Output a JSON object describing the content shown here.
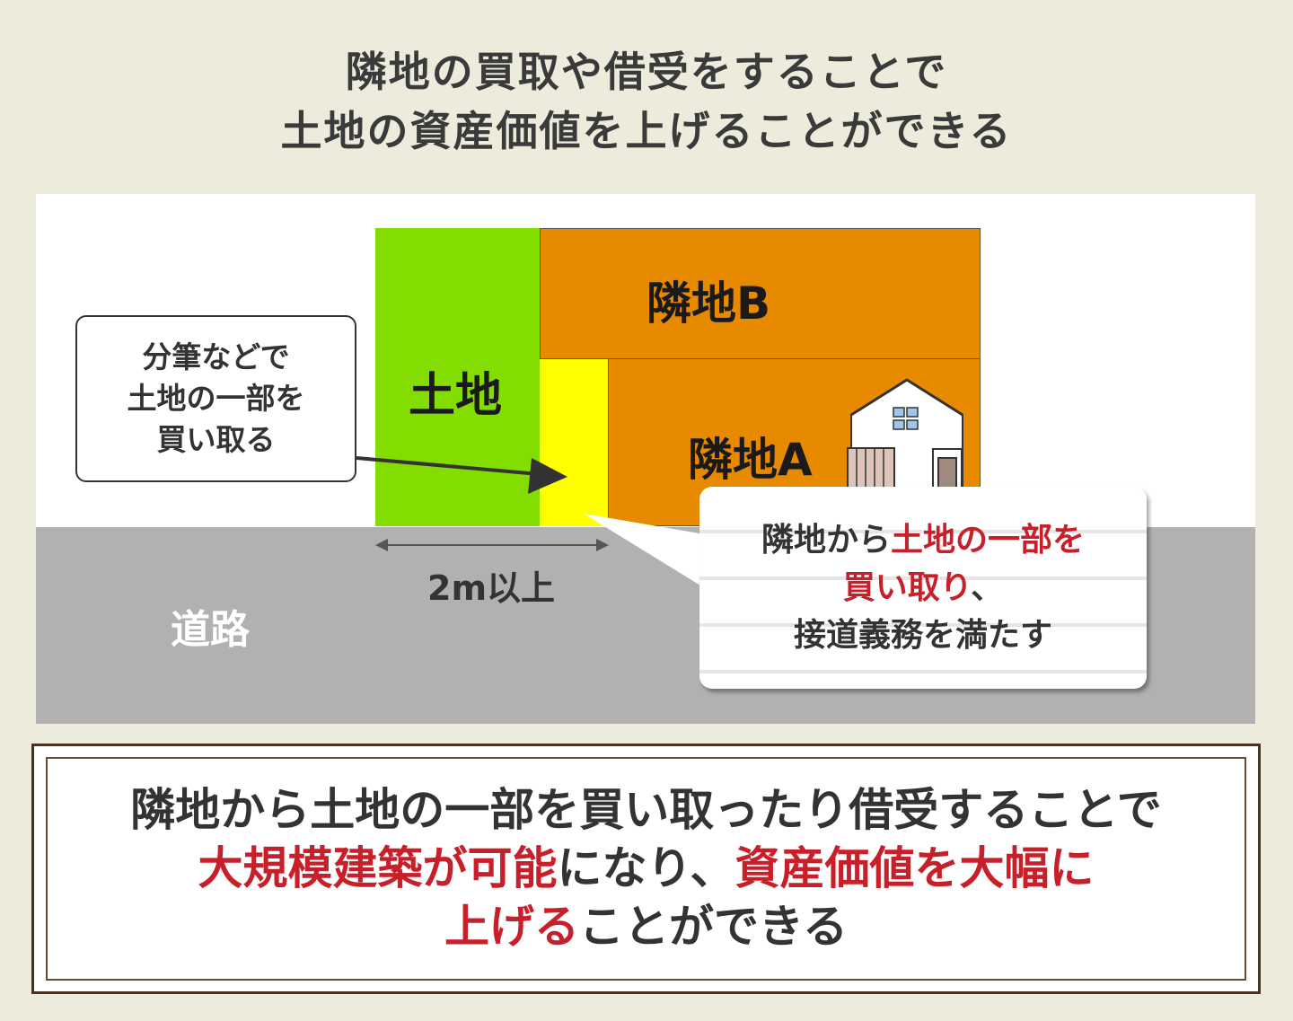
{
  "title": {
    "line1": "隣地の買取や借受をすることで",
    "line2": "土地の資産価値を上げることができる"
  },
  "diagram": {
    "land_label": "土地",
    "neighbor_b_label": "隣地B",
    "neighbor_a_label": "隣地A",
    "road_label": "道路",
    "dimension_label": "2m以上",
    "callout": {
      "line1": "分筆などで",
      "line2": "土地の一部を",
      "line3": "買い取る"
    },
    "bubble": {
      "line1_normal": "隣地から",
      "line1_red": "土地の一部を",
      "line2_red": "買い取り",
      "line2_normal": "、",
      "line3": "接道義務を満たす"
    },
    "colors": {
      "land": "#84dd00",
      "neighbor": "#e88a00",
      "purchased": "#ffff00",
      "road": "#b1b1b1",
      "accent": "#c8202a"
    }
  },
  "summary": {
    "line1": "隣地から土地の一部を買い取ったり借受することで",
    "line2_red1": "大規模建築が可能",
    "line2_normal": "になり、",
    "line2_red2": "資産価値を大幅に",
    "line3_red": "上げる",
    "line3_normal": "ことができる"
  }
}
